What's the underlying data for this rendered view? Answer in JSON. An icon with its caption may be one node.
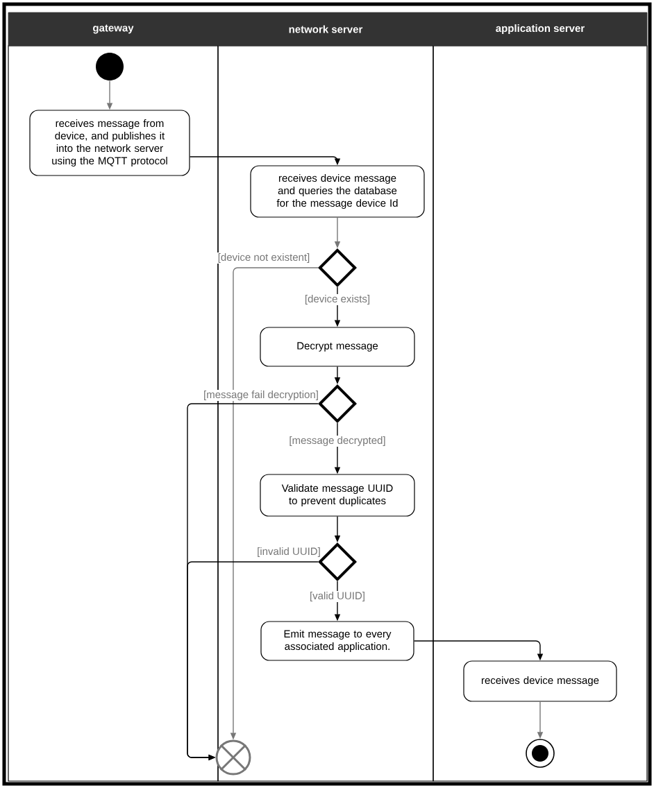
{
  "diagram": {
    "nodes": [
      {
        "text": [
          "gateway"
        ]
      },
      {
        "text": [
          "network server"
        ]
      },
      {
        "text": [
          "application server"
        ]
      },
      {
        "text": [],
        "shape": "dot",
        "in": 0
      },
      {
        "text": [
          "receives message from device, and publishes it into the network server using the MQTT protocol"
        ],
        "in": 0
      },
      {
        "text": [
          "receives device message and queries the database for the message device Id"
        ],
        "in": 1
      },
      {
        "text": [],
        "shape": "diamond",
        "in": 1
      },
      {
        "text": [
          "Decrypt message"
        ],
        "in": 1
      },
      {
        "text": [],
        "shape": "diamond",
        "in": 1
      },
      {
        "text": [
          "Validate message UUID to prevent duplicates"
        ],
        "in": 1
      },
      {
        "text": [],
        "shape": "diamond",
        "in": 1
      },
      {
        "text": [
          "Emit message to every associated application."
        ],
        "in": 1
      },
      {
        "text": [
          "receives device message"
        ],
        "in": 2
      },
      {
        "text": [],
        "shape": "bullseye",
        "in": 2
      },
      {
        "text": [],
        "shape": "crossed-circle",
        "in": 1
      }
    ],
    "edges": [
      {
        "from": 3,
        "to": 4,
        "arrow": "to",
        "color": "#777777"
      },
      {
        "from": 4,
        "to": 5,
        "arrow": "to"
      },
      {
        "from": 5,
        "to": 6,
        "arrow": "to",
        "color": "#777777"
      },
      {
        "from": 6,
        "to": 7,
        "arrow": "to",
        "label": "[device  exists]"
      },
      {
        "from": 6,
        "to": 14,
        "arrow": "to",
        "label": "[device not existent]",
        "color": "#777777"
      },
      {
        "from": 7,
        "to": 8,
        "arrow": "to"
      },
      {
        "from": 8,
        "to": 9,
        "arrow": "to",
        "label": "[message  decrypted]"
      },
      {
        "from": 8,
        "to": 14,
        "arrow": "to",
        "label": "[message fail decryption]"
      },
      {
        "from": 9,
        "to": 10,
        "arrow": "to"
      },
      {
        "from": 10,
        "to": 11,
        "arrow": "to",
        "label": "[valid UUID]"
      },
      {
        "from": 10,
        "to": 14,
        "arrow": "to",
        "label": "[invalid UUID]"
      },
      {
        "from": 11,
        "to": 12,
        "arrow": "to"
      },
      {
        "from": 12,
        "to": 13,
        "arrow": "to",
        "color": "#777777"
      }
    ]
  }
}
